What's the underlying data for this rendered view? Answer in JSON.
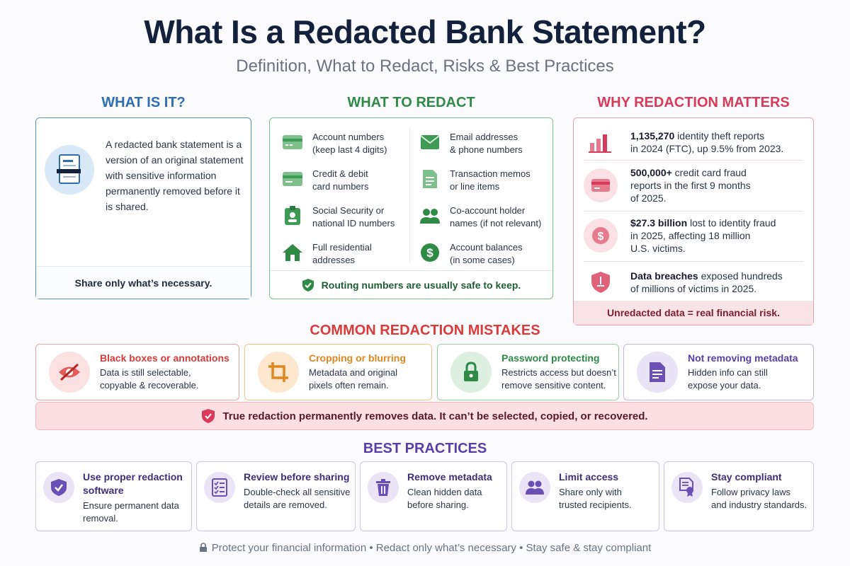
{
  "header": {
    "title": "What Is a Redacted Bank Statement?",
    "subtitle": "Definition, What to Redact, Risks & Best Practices"
  },
  "what_is_it": {
    "heading": "WHAT IS IT?",
    "definition": "A redacted bank statement is a version of an original statement with sensitive information permanently removed before it is shared.",
    "footer": "Share only what’s necessary.",
    "icon": "document-icon"
  },
  "what_to_redact": {
    "heading": "WHAT TO REDACT",
    "items": [
      {
        "l1": "Account numbers",
        "l2": "(keep last 4 digits)",
        "icon": "card-icon"
      },
      {
        "l1": "Credit & debit",
        "l2": "card numbers",
        "icon": "card-icon"
      },
      {
        "l1": "Social Security or",
        "l2": "national ID numbers",
        "icon": "id-badge-icon"
      },
      {
        "l1": "Full residential",
        "l2": "addresses",
        "icon": "house-icon"
      },
      {
        "l1": "Email addresses",
        "l2": "& phone numbers",
        "icon": "envelope-icon"
      },
      {
        "l1": "Transaction memos",
        "l2": "or line items",
        "icon": "document-icon"
      },
      {
        "l1": "Co-account holder",
        "l2": "names (if not relevant)",
        "icon": "people-icon"
      },
      {
        "l1": "Account balances",
        "l2": "(in some cases)",
        "icon": "dollar-icon"
      }
    ],
    "footer": "Routing numbers are usually safe to keep."
  },
  "why_matters": {
    "heading": "WHY REDACTION MATTERS",
    "items": [
      {
        "bold": "1,135,270",
        "l1": " identity theft reports",
        "l2": "in 2024 (FTC), up 9.5% from 2023.",
        "l3": "",
        "icon": "bar-chart-icon"
      },
      {
        "bold": "500,000+",
        "l1": " credit card fraud",
        "l2": "reports in the first 9 months",
        "l3": "of 2025.",
        "icon": "credit-card-icon"
      },
      {
        "bold": "$27.3 billion",
        "l1": " lost to identity fraud",
        "l2": "in 2025, affecting 18 million",
        "l3": "U.S. victims.",
        "icon": "dollar-coin-icon"
      },
      {
        "bold": "Data breaches",
        "l1": " exposed hundreds",
        "l2": "of millions of victims in 2025.",
        "l3": "",
        "icon": "shield-alert-icon"
      }
    ],
    "footer": "Unredacted data = real financial risk."
  },
  "mistakes": {
    "heading": "COMMON REDACTION MISTAKES",
    "items": [
      {
        "title": "Black boxes or annotations",
        "l1": "Data is still selectable,",
        "l2": "copyable & recoverable.",
        "icon": "eye-off-icon",
        "color": "#d93a3a"
      },
      {
        "title": "Cropping or blurring",
        "l1": "Metadata and original",
        "l2": "pixels often remain.",
        "icon": "crop-icon",
        "color": "#e0861e"
      },
      {
        "title": "Password protecting",
        "l1": "Restricts access but doesn’t",
        "l2": "remove sensitive content.",
        "icon": "lock-icon",
        "color": "#2f8a45"
      },
      {
        "title": "Not removing metadata",
        "l1": "Hidden info can still",
        "l2": "expose your data.",
        "icon": "file-icon",
        "color": "#5a3ea8"
      }
    ],
    "banner": "True redaction permanently removes data. It can’t be selected, copied, or recovered."
  },
  "best_practices": {
    "heading": "BEST PRACTICES",
    "items": [
      {
        "title": "Use proper redaction software",
        "l1": "Ensure permanent data",
        "l2": "removal.",
        "icon": "shield-check-icon"
      },
      {
        "title": "Review before sharing",
        "l1": "Double-check all sensitive",
        "l2": "details are removed.",
        "icon": "checklist-icon"
      },
      {
        "title": "Remove metadata",
        "l1": "Clean hidden data",
        "l2": "before sharing.",
        "icon": "trash-icon"
      },
      {
        "title": "Limit access",
        "l1": "Share only with",
        "l2": "trusted recipients.",
        "icon": "people-icon"
      },
      {
        "title": "Stay compliant",
        "l1": "Follow privacy laws",
        "l2": "and industry standards.",
        "icon": "certificate-icon"
      }
    ]
  },
  "footer": {
    "text": "Protect your financial information • Redact only what’s necessary • Stay safe & stay compliant",
    "icon": "lock-icon"
  },
  "colors": {
    "blue": "#2f6db3",
    "green": "#2f8a45",
    "red": "#d93a5a",
    "purple": "#5a3ea8"
  }
}
